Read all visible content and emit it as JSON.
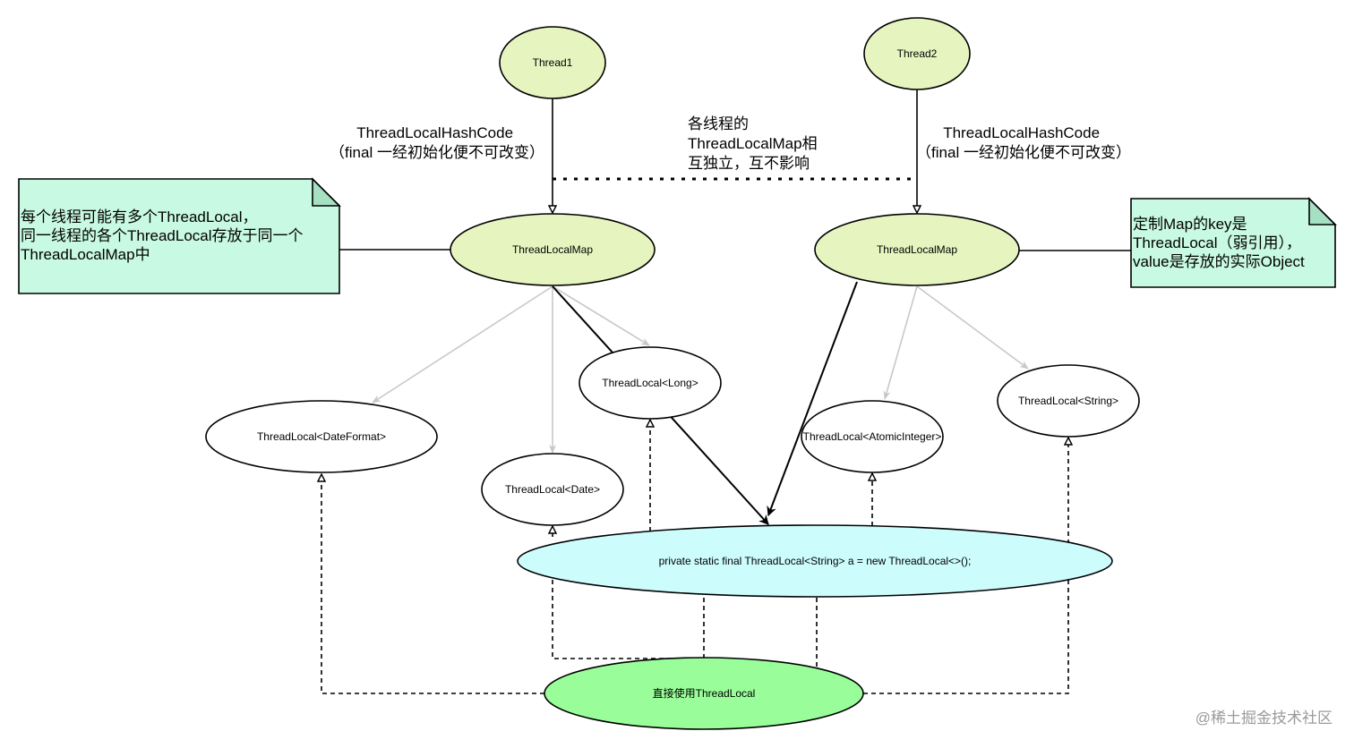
{
  "nodes": {
    "thread1": "Thread1",
    "thread2": "Thread2",
    "map1": "ThreadLocalMap",
    "map2": "ThreadLocalMap",
    "tl_dateformat": "ThreadLocal<DateFormat>",
    "tl_date": "ThreadLocal<Date>",
    "tl_long": "ThreadLocal<Long>",
    "tl_atomicinteger": "ThreadLocal<AtomicInteger>",
    "tl_string": "ThreadLocal<String>",
    "declaration": "private static final ThreadLocal<String> a = new ThreadLocal<>();",
    "direct_use": "直接使用ThreadLocal"
  },
  "labels": {
    "hashcode_left": [
      "ThreadLocalHashCode",
      "（final 一经初始化便不可改变）"
    ],
    "hashcode_right": [
      "ThreadLocalHashCode",
      "（final 一经初始化便不可改变）"
    ],
    "independence": [
      "各线程的",
      "ThreadLocalMap相",
      "互独立，互不影响"
    ]
  },
  "notes": {
    "left": [
      "每个线程可能有多个ThreadLocal，",
      "同一线程的各个ThreadLocal存放于同一个",
      "ThreadLocalMap中"
    ],
    "right": [
      "定制Map的key是",
      "ThreadLocal（弱引用），",
      "value是存放的实际Object"
    ]
  },
  "watermark": "@稀土掘金技术社区",
  "colors": {
    "thread_fill": "#e6f5c0",
    "map_fill": "#e6f5c0",
    "declaration_fill": "#ccfcfc",
    "direct_use_fill": "#99fe99",
    "note_fill": "#c8f9e2",
    "note_fold": "#a6e0c2",
    "gray_arrow": "#c8c8c8"
  }
}
